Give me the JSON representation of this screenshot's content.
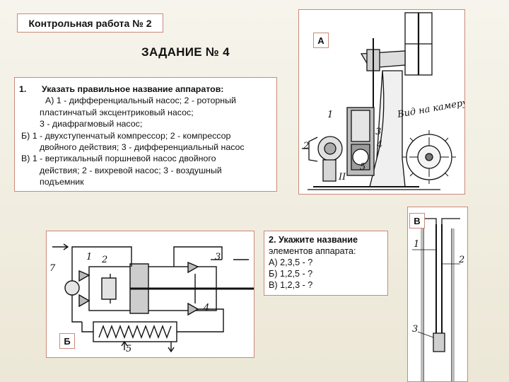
{
  "header": {
    "title": "Контрольная работа № 2"
  },
  "task": {
    "heading": "ЗАДАНИЕ № 4"
  },
  "question1": {
    "number": "1.",
    "prompt": "Указать правильное название аппаратов:",
    "lines": [
      "А) 1 - дифференциальный насос; 2 - роторный",
      "пластинчатый эксцентриковый насос;",
      "3 - диафрагмовый насос;",
      "Б) 1 - двухступенчатый компрессор; 2 - компрессор",
      "двойного действия; 3 - дифференциальный насос",
      "В) 1 - вертикальный поршневой насос двойного",
      "действия; 2 - вихревой насос; 3 - воздушный",
      "подъемник"
    ]
  },
  "question2": {
    "title_line1": "2. Укажите название",
    "title_line2": "элементов аппарата:",
    "options": [
      "А) 2,3,5 - ?",
      "Б) 1,2,5 - ?",
      "В) 1,2,3 - ?"
    ]
  },
  "figures": {
    "a": {
      "tag": "А",
      "caption": "Вид на камеру и",
      "numbers": [
        "1",
        "2",
        "3",
        "4",
        "5",
        "II"
      ]
    },
    "b": {
      "tag": "Б",
      "numbers": [
        "1",
        "2",
        "3",
        "4",
        "5",
        "7"
      ]
    },
    "v": {
      "tag": "В",
      "numbers": [
        "1",
        "2",
        "3"
      ]
    }
  }
}
